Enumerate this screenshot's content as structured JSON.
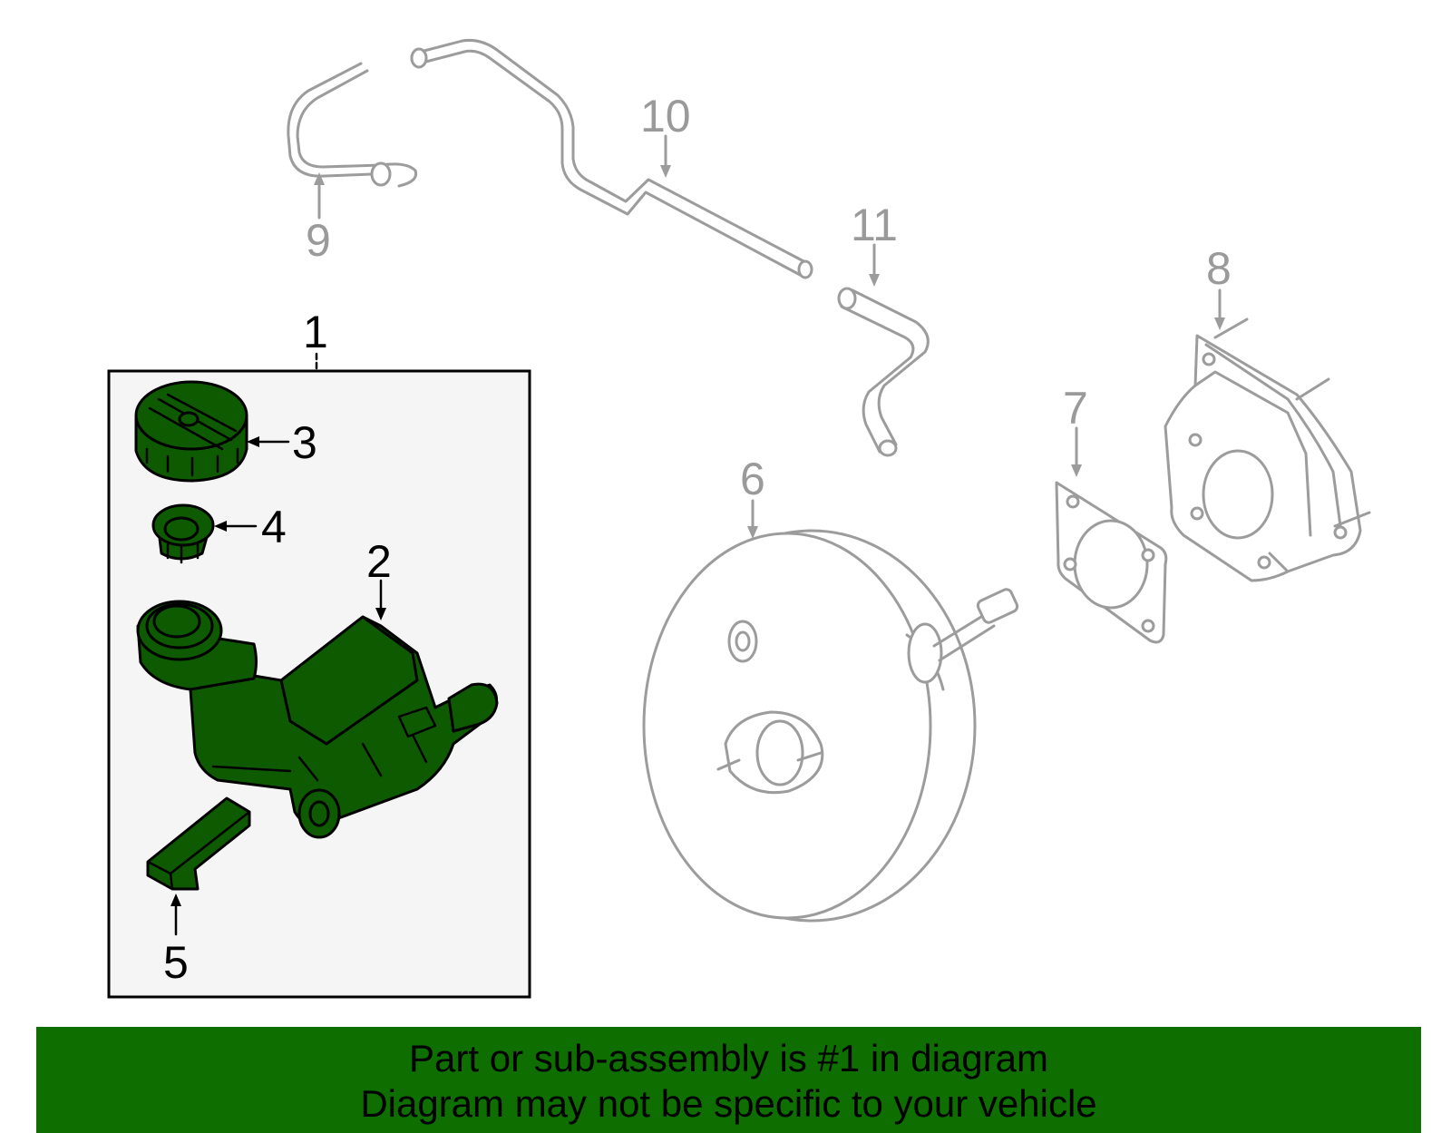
{
  "diagram": {
    "callouts": {
      "c1": "1",
      "c2": "2",
      "c3": "3",
      "c4": "4",
      "c5": "5",
      "c6": "6",
      "c7": "7",
      "c8": "8",
      "c9": "9",
      "c10": "10",
      "c11": "11"
    },
    "colors": {
      "highlight_part": "#0e5a00",
      "other_part_outline": "#9c9c9c",
      "box_fill": "#f5f5f5",
      "banner_fill": "#0e6e00"
    }
  },
  "banner": {
    "line1": "Part or sub-assembly is #1 in diagram",
    "line2": "Diagram may not be specific to your vehicle"
  }
}
